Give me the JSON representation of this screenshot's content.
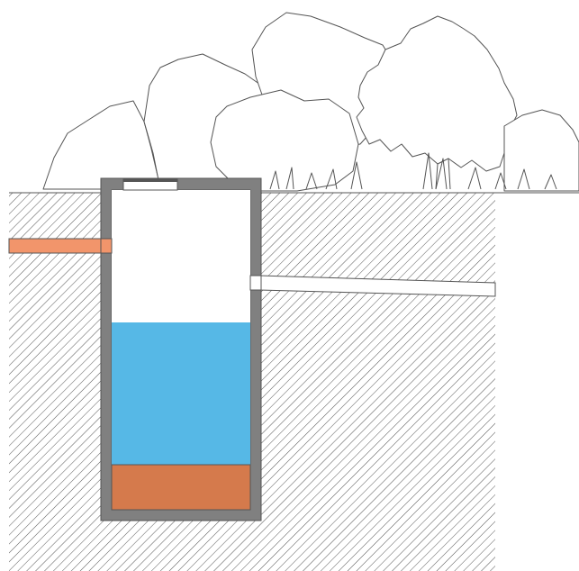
{
  "diagram": {
    "type": "cross-section",
    "subject": "septic-tank-in-ground",
    "colors": {
      "background": "#ffffff",
      "outline": "#555555",
      "hatch": "#555555",
      "tank_wall": "#808080",
      "water": "#56b8e6",
      "sludge": "#d57a4c",
      "inlet_pipe": "#f2956b",
      "outlet_pipe": "#ffffff"
    },
    "layers": [
      "air-space",
      "water",
      "sludge"
    ],
    "components": [
      "vegetation",
      "ground",
      "tank",
      "lid",
      "inlet-pipe",
      "outlet-pipe"
    ]
  }
}
